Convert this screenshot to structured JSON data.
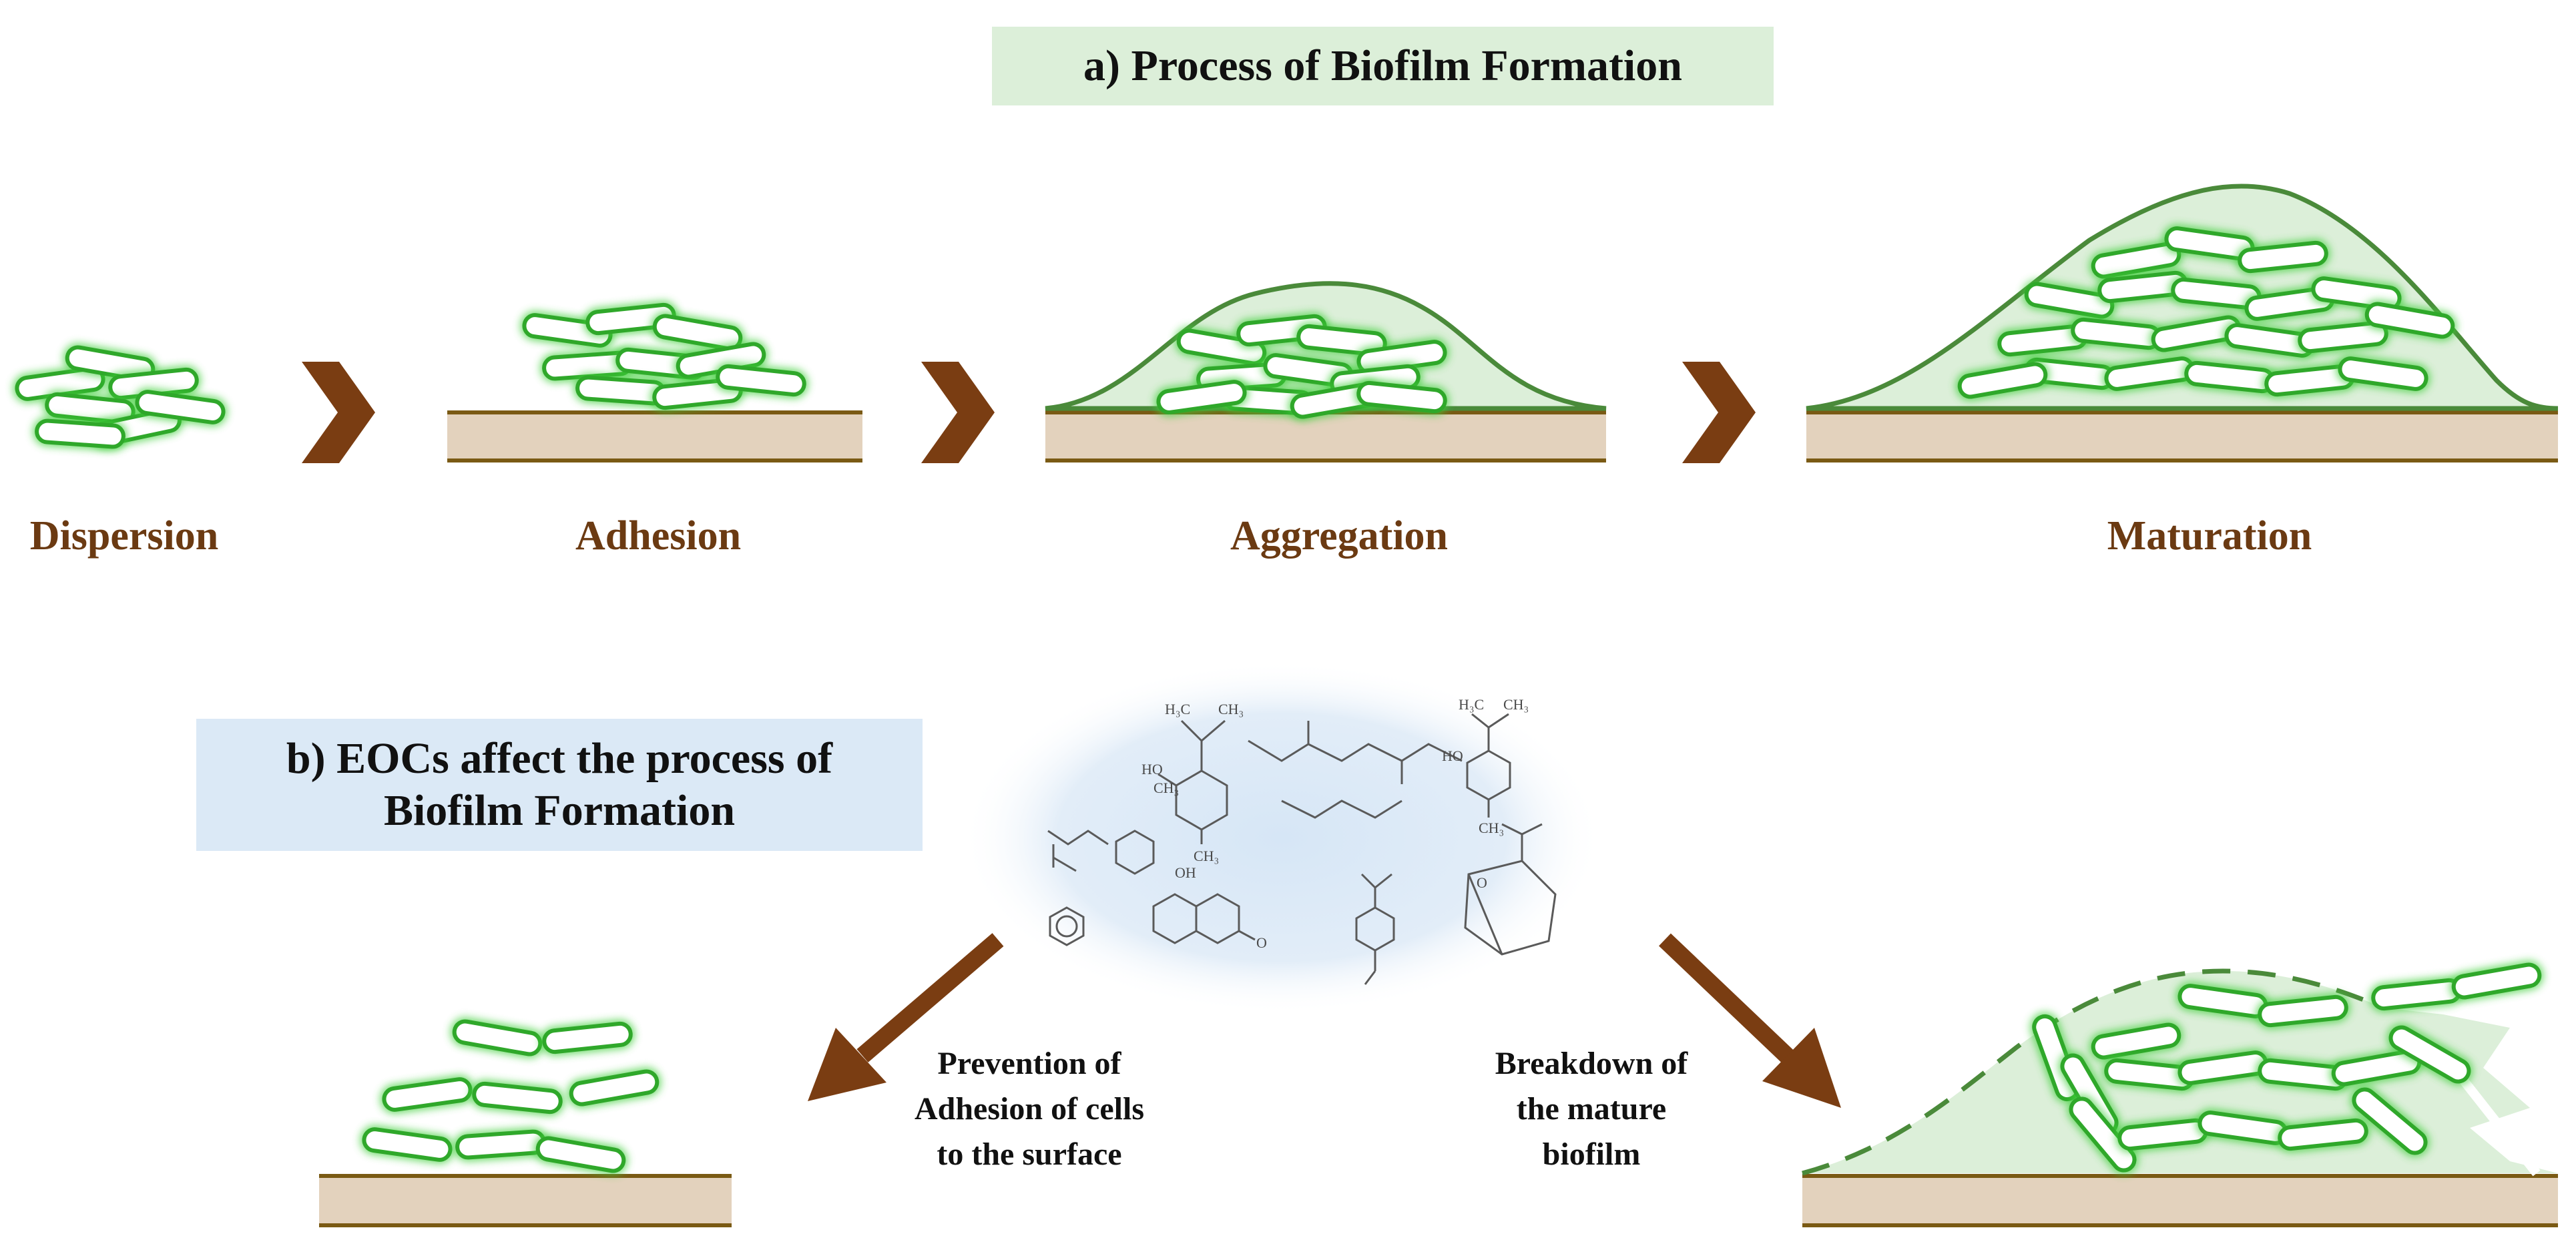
{
  "panel_a": {
    "title": "a) Process of Biofilm Formation",
    "stages": [
      "Dispersion",
      "Adhesion",
      "Aggregation",
      "Maturation"
    ]
  },
  "panel_b": {
    "title_line1": "b) EOCs affect the process of",
    "title_line2": "Biofilm Formation",
    "left_action": [
      "Prevention of",
      "Adhesion of cells",
      "to the surface"
    ],
    "right_action": [
      "Breakdown of",
      "the mature",
      "biofilm"
    ]
  },
  "chem_labels": {
    "h3c": "H₃C",
    "ch3": "CH₃",
    "ho": "HO",
    "o": "O",
    "oh": "OH"
  },
  "colors": {
    "accent_brown": "#6b3a12",
    "cell_green": "#3fcf3a",
    "biofilm_fill": "#dcefd9",
    "biofilm_stroke": "#4a8a3a",
    "substrate": "#e3d2bd",
    "substrate_line": "#7a5a14",
    "panel_b_fill": "#dbe9f6"
  }
}
